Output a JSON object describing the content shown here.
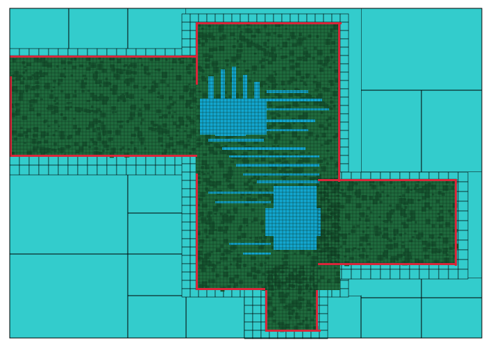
{
  "colors": {
    "background": "#ffffff",
    "coarse_cell": "#33cccc",
    "fine_cell": "#1f6b3d",
    "fine_cell_dark": "#15522e",
    "boundary_cell": "#d8263a",
    "pool_cell": "#12a6cf",
    "grid_line": "#000000"
  },
  "regions": [
    {
      "name": "upper-left-arm",
      "type": "fine-mesh"
    },
    {
      "name": "central-column",
      "type": "fine-mesh"
    },
    {
      "name": "right-arm",
      "type": "fine-mesh"
    },
    {
      "name": "bottom-stub",
      "type": "fine-mesh"
    },
    {
      "name": "upper-pool",
      "type": "pool"
    },
    {
      "name": "lower-pool",
      "type": "pool"
    }
  ]
}
